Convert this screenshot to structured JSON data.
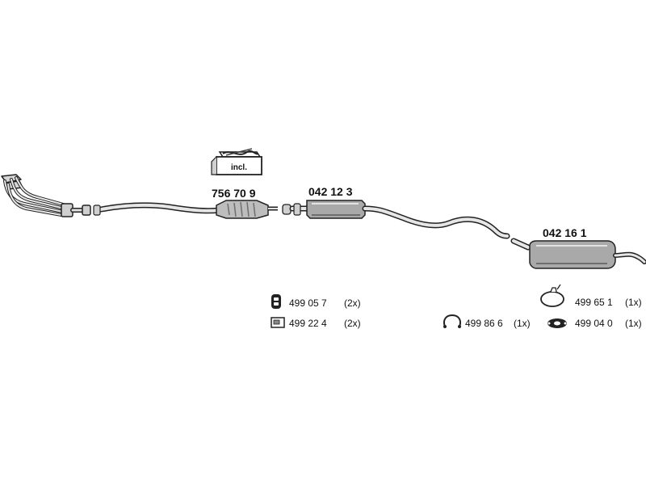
{
  "kit_box": {
    "label": "incl."
  },
  "parts": [
    {
      "number": "756 70 9"
    },
    {
      "number": "042 12 3"
    },
    {
      "number": "042 16 1"
    }
  ],
  "fittings": [
    {
      "number": "499 05 7",
      "quantity": "(2x)",
      "icon": "rubber-hanger-icon"
    },
    {
      "number": "499 22 4",
      "quantity": "(2x)",
      "icon": "mounting-kit-icon"
    },
    {
      "number": "499 86 6",
      "quantity": "(1x)",
      "icon": "clamp-icon"
    },
    {
      "number": "499 65 1",
      "quantity": "(1x)",
      "icon": "rubber-ring-icon"
    },
    {
      "number": "499 04 0",
      "quantity": "(1x)",
      "icon": "gasket-icon"
    }
  ],
  "colors": {
    "line": "#222222",
    "part_fill": "#bdbdbd",
    "part_dark": "#7a7a7a"
  }
}
